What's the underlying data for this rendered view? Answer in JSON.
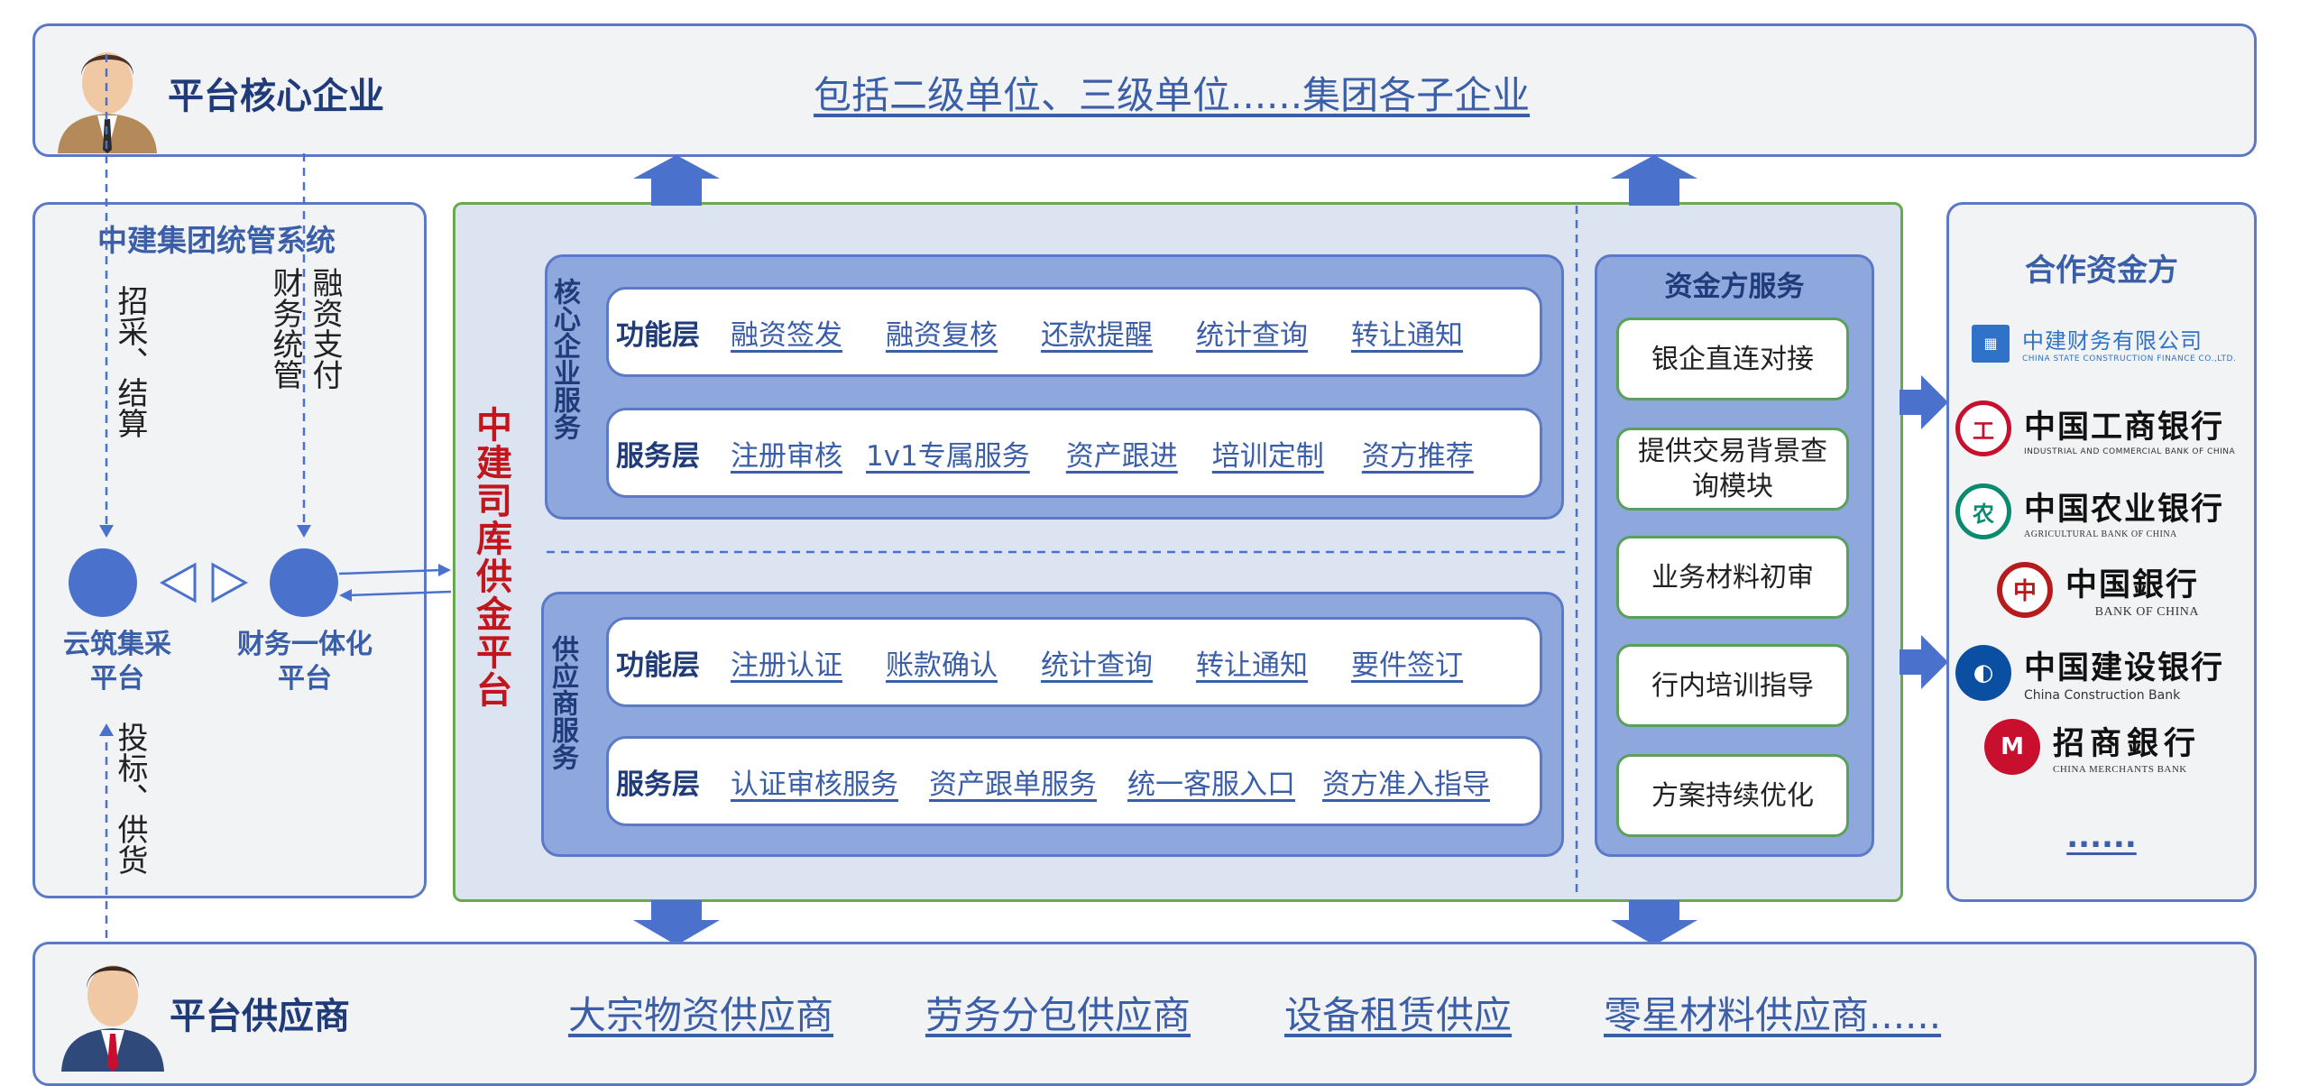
{
  "top": {
    "title": "平台核心企业",
    "subtitle": "包括二级单位、三级单位......集团各子企业"
  },
  "left": {
    "title": "中建集团统管系统",
    "flow_left": "招采、结算",
    "flow_right_1": "财务统管",
    "flow_right_2": "融资支付",
    "node_left": [
      "云筑集采",
      "平台"
    ],
    "node_right": [
      "财务一体化",
      "平台"
    ],
    "flow_bottom": "投标、供货"
  },
  "center": {
    "platform_name": "中建司库供金平台",
    "core_group_label": "核心企业服务",
    "supplier_group_label": "供应商服务",
    "core_rows": [
      {
        "label": "功能层",
        "items": [
          "融资签发",
          "融资复核",
          "还款提醒",
          "统计查询",
          "转让通知"
        ]
      },
      {
        "label": "服务层",
        "items": [
          "注册审核",
          "1v1专属服务",
          "资产跟进",
          "培训定制",
          "资方推荐"
        ]
      }
    ],
    "supplier_rows": [
      {
        "label": "功能层",
        "items": [
          "注册认证",
          "账款确认",
          "统计查询",
          "转让通知",
          "要件签订"
        ]
      },
      {
        "label": "服务层",
        "items": [
          "认证审核服务",
          "资产跟单服务",
          "统一客服入口",
          "资方准入指导"
        ]
      }
    ]
  },
  "funder_service": {
    "title": "资金方服务",
    "items": [
      "银企直连对接",
      "提供交易背景查询模块",
      "业务材料初审",
      "行内培训指导",
      "方案持续优化"
    ]
  },
  "partners": {
    "title": "合作资金方",
    "banks": [
      {
        "name": "中建财务有限公司",
        "en": "CHINA STATE CONSTRUCTION FINANCE CO.,LTD.",
        "color": "#2f72c8",
        "icon": "cscec-finance-logo-icon"
      },
      {
        "name": "中国工商银行",
        "en": "INDUSTRIAL AND COMMERCIAL BANK OF CHINA",
        "color": "#c8102e",
        "icon": "icbc-logo-icon"
      },
      {
        "name": "中国农业银行",
        "en": "AGRICULTURAL BANK OF CHINA",
        "color": "#0a8a6e",
        "icon": "abc-logo-icon"
      },
      {
        "name": "中国銀行",
        "en": "BANK OF CHINA",
        "color": "#b71c1c",
        "icon": "boc-logo-icon"
      },
      {
        "name": "中国建设银行",
        "en": "China Construction Bank",
        "color": "#0b4fa3",
        "icon": "ccb-logo-icon"
      },
      {
        "name": "招商銀行",
        "en": "CHINA MERCHANTS BANK",
        "color": "#c8102e",
        "icon": "cmb-logo-icon"
      }
    ],
    "more": "......"
  },
  "bottom": {
    "title": "平台供应商",
    "items": [
      "大宗物资供应商",
      "劳务分包供应商",
      "设备租赁供应",
      "零星材料供应商......"
    ]
  }
}
